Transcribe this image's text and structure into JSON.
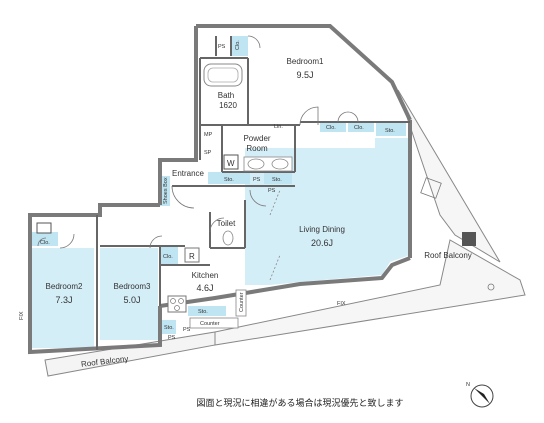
{
  "rooms": {
    "bedroom1": {
      "name": "Bedroom1",
      "area": "9.5J"
    },
    "bath": {
      "name": "Bath",
      "size": "1620"
    },
    "powder": {
      "line1": "Powder",
      "line2": "Room"
    },
    "entrance": {
      "name": "Entrance"
    },
    "living": {
      "name": "Living Dining",
      "area": "20.6J"
    },
    "toilet": {
      "name": "Toilet"
    },
    "kitchen": {
      "name": "Kitchen",
      "area": "4.6J"
    },
    "bedroom2": {
      "name": "Bedroom2",
      "area": "7.3J"
    },
    "bedroom3": {
      "name": "Bedroom3",
      "area": "5.0J"
    },
    "roof_balcony_right": {
      "name": "Roof Balcony"
    },
    "roof_balcony_left": {
      "name": "Roof Balcony"
    }
  },
  "labels": {
    "ps": "PS",
    "clo": "Clo.",
    "sto": "Sto.",
    "lin": "Lin.",
    "mp": "MP",
    "sp": "SP",
    "w": "W",
    "r": "R",
    "shoes_box": "Shoes Box",
    "counter": "Counter",
    "fix": "FIX"
  },
  "note": "図面と現況に相違がある場合は現況優先と致します",
  "compass": {
    "letter": "N"
  },
  "colors": {
    "wall": "#7a7a7a",
    "wall_dark": "#555555",
    "room_fill": "#d4eef8",
    "storage_fill": "#bfe4f2",
    "balcony_fill": "#f4f4f4"
  }
}
